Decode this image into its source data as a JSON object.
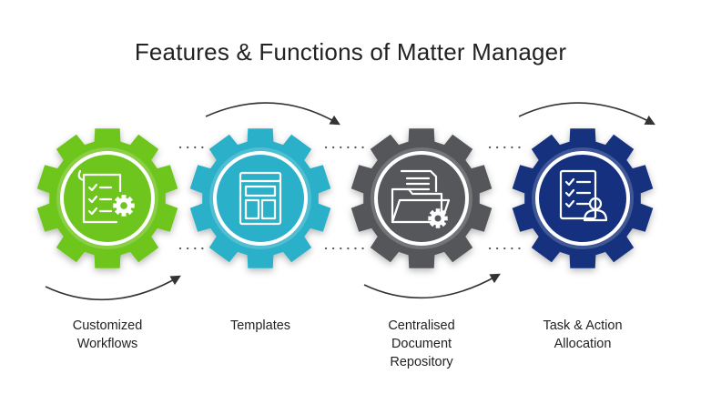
{
  "title": "Features & Functions of Matter Manager",
  "colors": {
    "green": "#6ec51e",
    "teal": "#2ab0c8",
    "gray": "#55575a",
    "navy": "#14307e",
    "arrow": "#333333",
    "dots": "#555555"
  },
  "features": [
    {
      "lines": [
        "Customized",
        "Workflows"
      ],
      "color": "green",
      "icon": "workflow-checklist-gear-icon"
    },
    {
      "lines": [
        "Templates"
      ],
      "color": "teal",
      "icon": "template-layout-icon"
    },
    {
      "lines": [
        "Centralised",
        "Document",
        "Repository"
      ],
      "color": "gray",
      "icon": "document-folder-gear-icon"
    },
    {
      "lines": [
        "Task & Action",
        "Allocation"
      ],
      "color": "navy",
      "icon": "task-checklist-user-icon"
    }
  ]
}
